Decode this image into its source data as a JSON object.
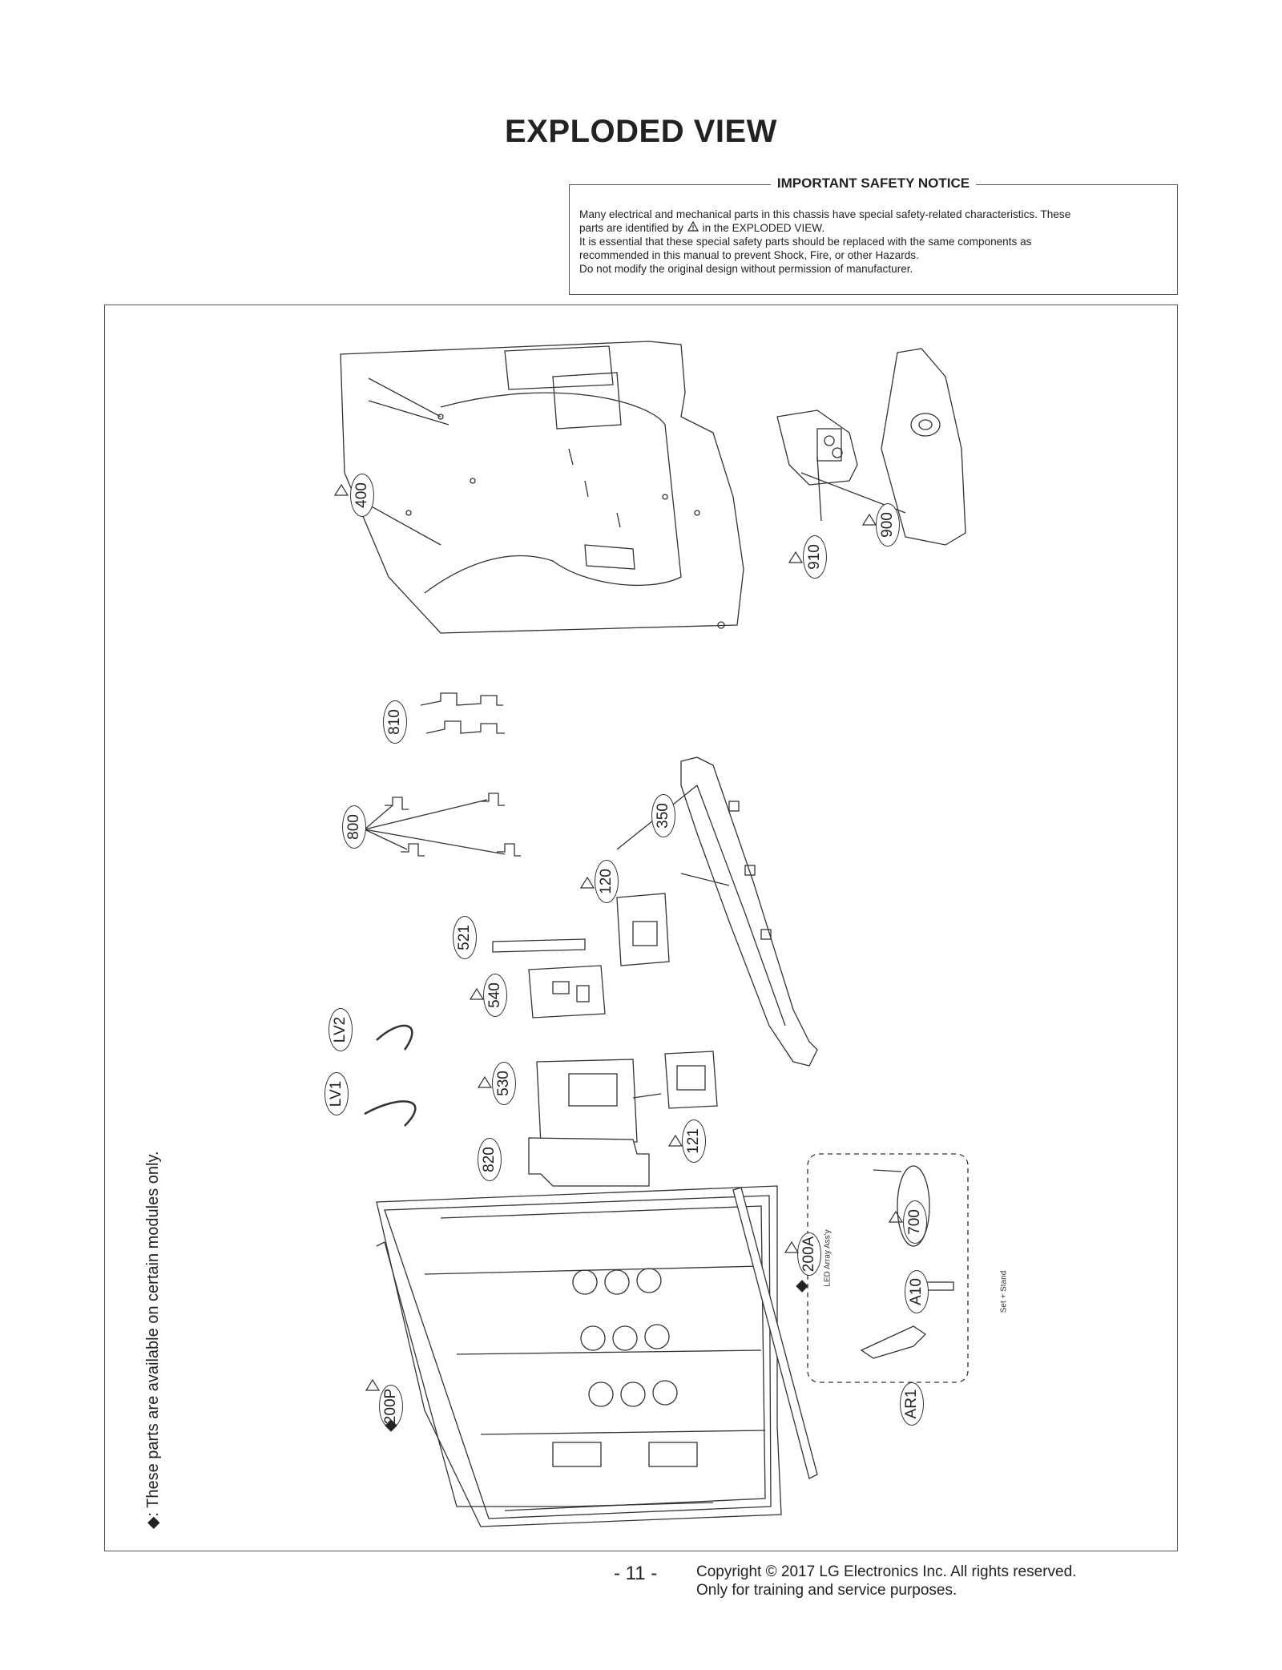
{
  "page": {
    "title": "EXPLODED VIEW",
    "page_number": "- 11 -",
    "copyright_line1": "Copyright © 2017 LG Electronics Inc. All rights reserved.",
    "copyright_line2": "Only for training and service purposes."
  },
  "safety_notice": {
    "heading": "IMPORTANT SAFETY NOTICE",
    "line1": "Many electrical and mechanical parts in this chassis have special safety-related characteristics. These",
    "line2a": "parts are identified by",
    "line2b": "in the EXPLODED VIEW.",
    "line3": "It is essential that these special safety parts should be replaced with the same components as",
    "line4": "recommended in this manual to prevent Shock, Fire, or other Hazards.",
    "line5": "Do not modify the original design without permission of manufacturer."
  },
  "diagram": {
    "module_note": "◆: These parts are available on certain modules only.",
    "labels": {
      "p400": "400",
      "p900": "900",
      "p910": "910",
      "p810": "810",
      "p800": "800",
      "p350": "350",
      "p120": "120",
      "p521": "521",
      "p540": "540",
      "lv2": "LV2",
      "lv1": "LV1",
      "p530": "530",
      "p121": "121",
      "p820": "820",
      "p700": "700",
      "p200a": "200A",
      "a10": "A10",
      "ar1": "AR1",
      "p200p": "200P"
    },
    "led_array_note": "LED Array Ass'y",
    "set_stand_note": "Set + Stand"
  }
}
